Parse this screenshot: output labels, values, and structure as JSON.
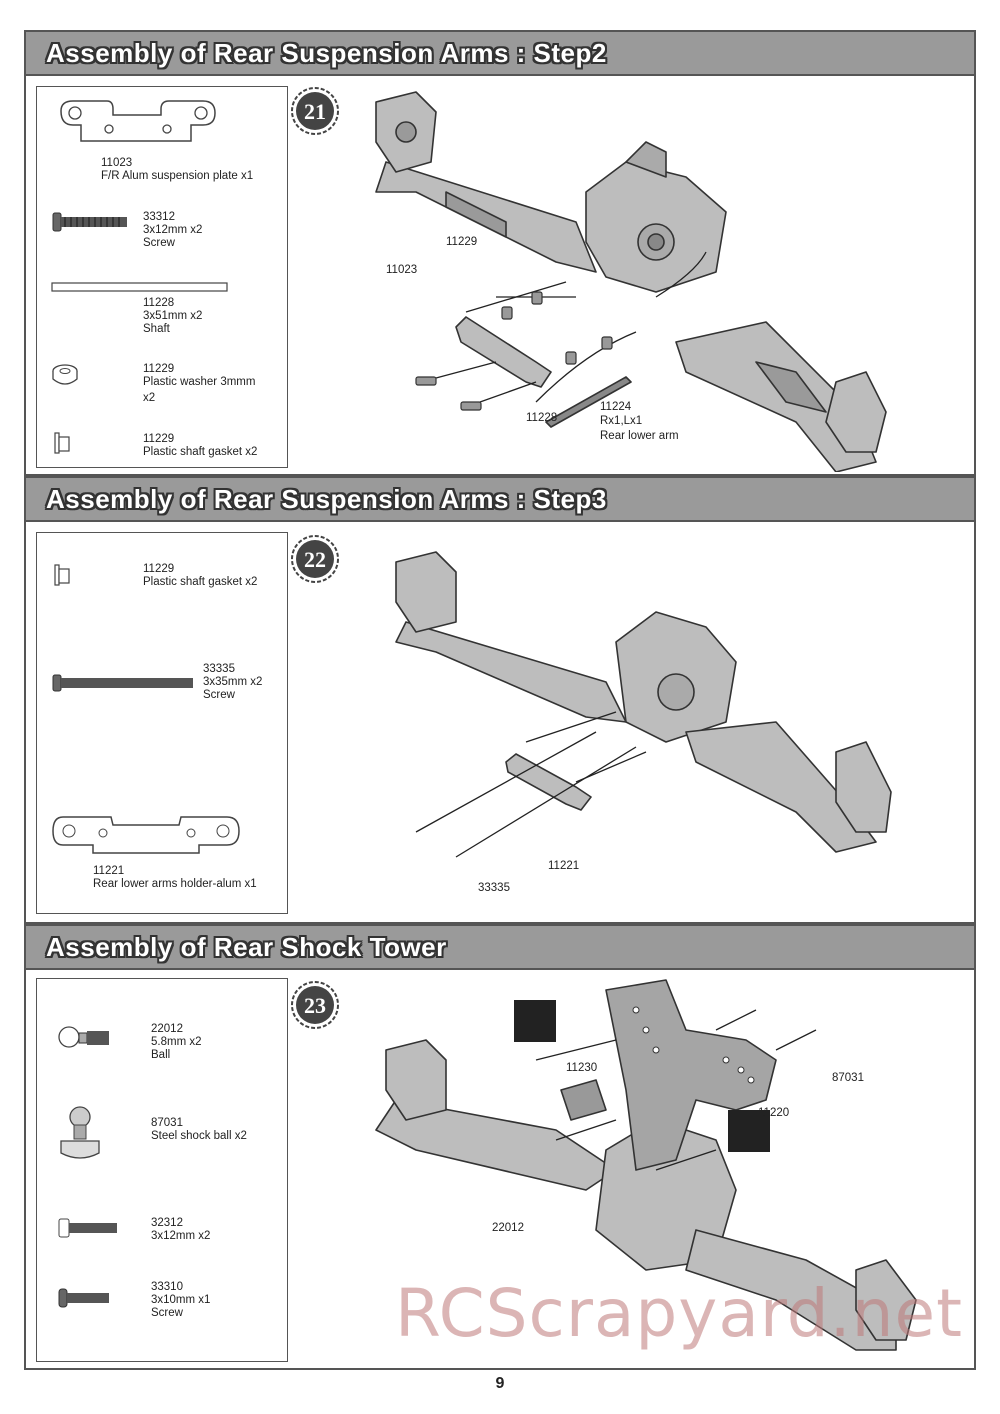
{
  "sections": [
    {
      "title": "Assembly of Rear Suspension Arms : Step2",
      "step": "21",
      "parts": [
        {
          "code": "11023",
          "desc": "F/R Alum suspension plate x1"
        },
        {
          "code": "33312",
          "desc": "3x12mm x2",
          "desc2": "Screw"
        },
        {
          "code": "11228",
          "desc": "3x51mm x2",
          "desc2": "Shaft"
        },
        {
          "code": "11229",
          "desc": "Plastic washer 3mmm",
          "desc2": "x2"
        },
        {
          "code": "11229",
          "desc": "Plastic shaft gasket x2"
        }
      ],
      "callouts": {
        "c11229": "11229",
        "c11023": "11023",
        "c11228": "11228",
        "c11224a": "11224",
        "c11224b": "Rx1,Lx1",
        "c11224c": "Rear lower arm"
      }
    },
    {
      "title": "Assembly of Rear Suspension Arms : Step3",
      "step": "22",
      "parts": [
        {
          "code": "11229",
          "desc": "Plastic shaft gasket x2"
        },
        {
          "code": "33335",
          "desc": "3x35mm x2",
          "desc2": "Screw"
        },
        {
          "code": "11221",
          "desc": "Rear lower arms holder-alum x1"
        }
      ],
      "callouts": {
        "c33335": "33335",
        "c11221": "11221"
      }
    },
    {
      "title": "Assembly of Rear Shock Tower",
      "step": "23",
      "parts": [
        {
          "code": "22012",
          "desc": "5.8mm x2",
          "desc2": "Ball"
        },
        {
          "code": "87031",
          "desc": "Steel shock ball x2"
        },
        {
          "code": "32312",
          "desc": "3x12mm x2"
        },
        {
          "code": "33310",
          "desc": "3x10mm x1",
          "desc2": "Screw"
        }
      ],
      "callouts": {
        "c11230": "11230",
        "c87031": "87031",
        "c11220": "11220",
        "c22012": "22012"
      }
    }
  ],
  "watermark": "RCScrapyard.net",
  "page_number": "9"
}
